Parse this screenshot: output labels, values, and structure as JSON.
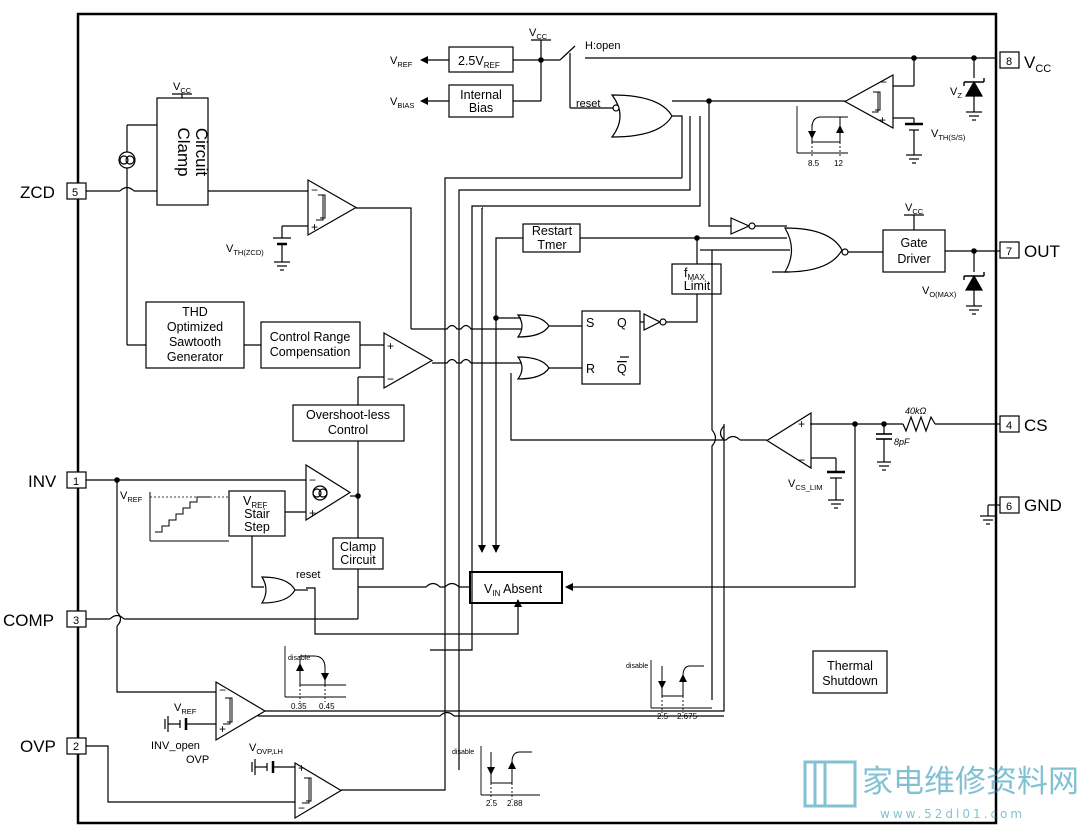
{
  "pins": {
    "zcd": {
      "name": "ZCD",
      "num": "5"
    },
    "inv": {
      "name": "INV",
      "num": "1"
    },
    "comp": {
      "name": "COMP",
      "num": "3"
    },
    "ovp": {
      "name": "OVP",
      "num": "2"
    },
    "vcc": {
      "name": "V",
      "sub": "CC",
      "num": "8"
    },
    "out": {
      "name": "OUT",
      "num": "7"
    },
    "cs": {
      "name": "CS",
      "num": "4"
    },
    "gnd": {
      "name": "GND",
      "num": "6"
    }
  },
  "blocks": {
    "vref25": {
      "main": "2.5V",
      "sub": "REF"
    },
    "internal_bias": {
      "line1": "Internal",
      "line2": "Bias"
    },
    "clamp_top": {
      "line1": "Clamp",
      "line2": "Circuit"
    },
    "thd": {
      "line1": "THD",
      "line2": "Optimized",
      "line3": "Sawtooth",
      "line4": "Generator"
    },
    "crc": {
      "line1": "Control Range",
      "line2": "Compensation"
    },
    "overshoot": {
      "line1": "Overshoot-less",
      "line2": "Control"
    },
    "restart": {
      "line1": "Restart",
      "line2": "Tmer"
    },
    "fmax": {
      "main": "f",
      "sub": "MAX",
      "line2": "Limit"
    },
    "gate_driver": {
      "line1": "Gate",
      "line2": "Driver"
    },
    "vref_stair": {
      "main": "V",
      "sub": "REF",
      "line2": "Stair",
      "line3": "Step"
    },
    "clamp_mid": {
      "line1": "Clamp",
      "line2": "Circuit"
    },
    "vin_absent": {
      "main": "V",
      "sub": "IN",
      "rest": " Absent"
    },
    "thermal": {
      "line1": "Thermal",
      "line2": "Shutdown"
    }
  },
  "labels": {
    "vref_out": {
      "main": "V",
      "sub": "REF"
    },
    "vbias_out": {
      "main": "V",
      "sub": "BIAS"
    },
    "vcc_top": {
      "main": "V",
      "sub": "CC"
    },
    "vcc_clamp": {
      "main": "V",
      "sub": "CC"
    },
    "vcc_gate": {
      "main": "V",
      "sub": "CC"
    },
    "hopen": "H:open",
    "reset_top": "reset",
    "reset_mid": "reset",
    "vz": {
      "main": "V",
      "sub": "Z"
    },
    "vth_ss": {
      "main": "V",
      "sub": "TH(S/S)"
    },
    "vth_zcd": {
      "main": "V",
      "sub": "TH(ZCD)"
    },
    "vomax": {
      "main": "V",
      "sub": "O(MAX)"
    },
    "vcs_lim": {
      "main": "V",
      "sub": "CS_LIM"
    },
    "r40k": "40kΩ",
    "c8p": "8pF",
    "vref_inv": {
      "main": "V",
      "sub": "REF"
    },
    "vref_ovp": {
      "main": "V",
      "sub": "REF"
    },
    "vovp_lh": {
      "main": "V",
      "sub": "OVP,LH"
    },
    "inv_open": "INV_open",
    "ovp_lbl": "OVP",
    "ff_s": "S",
    "ff_q": "Q",
    "ff_r": "R",
    "ff_qbar": "Q"
  },
  "graphs": {
    "uvlo": {
      "t1": "8.5",
      "t2": "12"
    },
    "inv_open": {
      "title": "disable",
      "t1": "0.35",
      "t2": "0.45"
    },
    "vin": {
      "title": "disable",
      "t1": "2.5",
      "t2": "2.675"
    },
    "ovp": {
      "title": "disable",
      "t1": "2.5",
      "t2": "2.88"
    }
  },
  "watermark": {
    "text": "家电维修资料网",
    "url": "www.52dl01.com"
  }
}
